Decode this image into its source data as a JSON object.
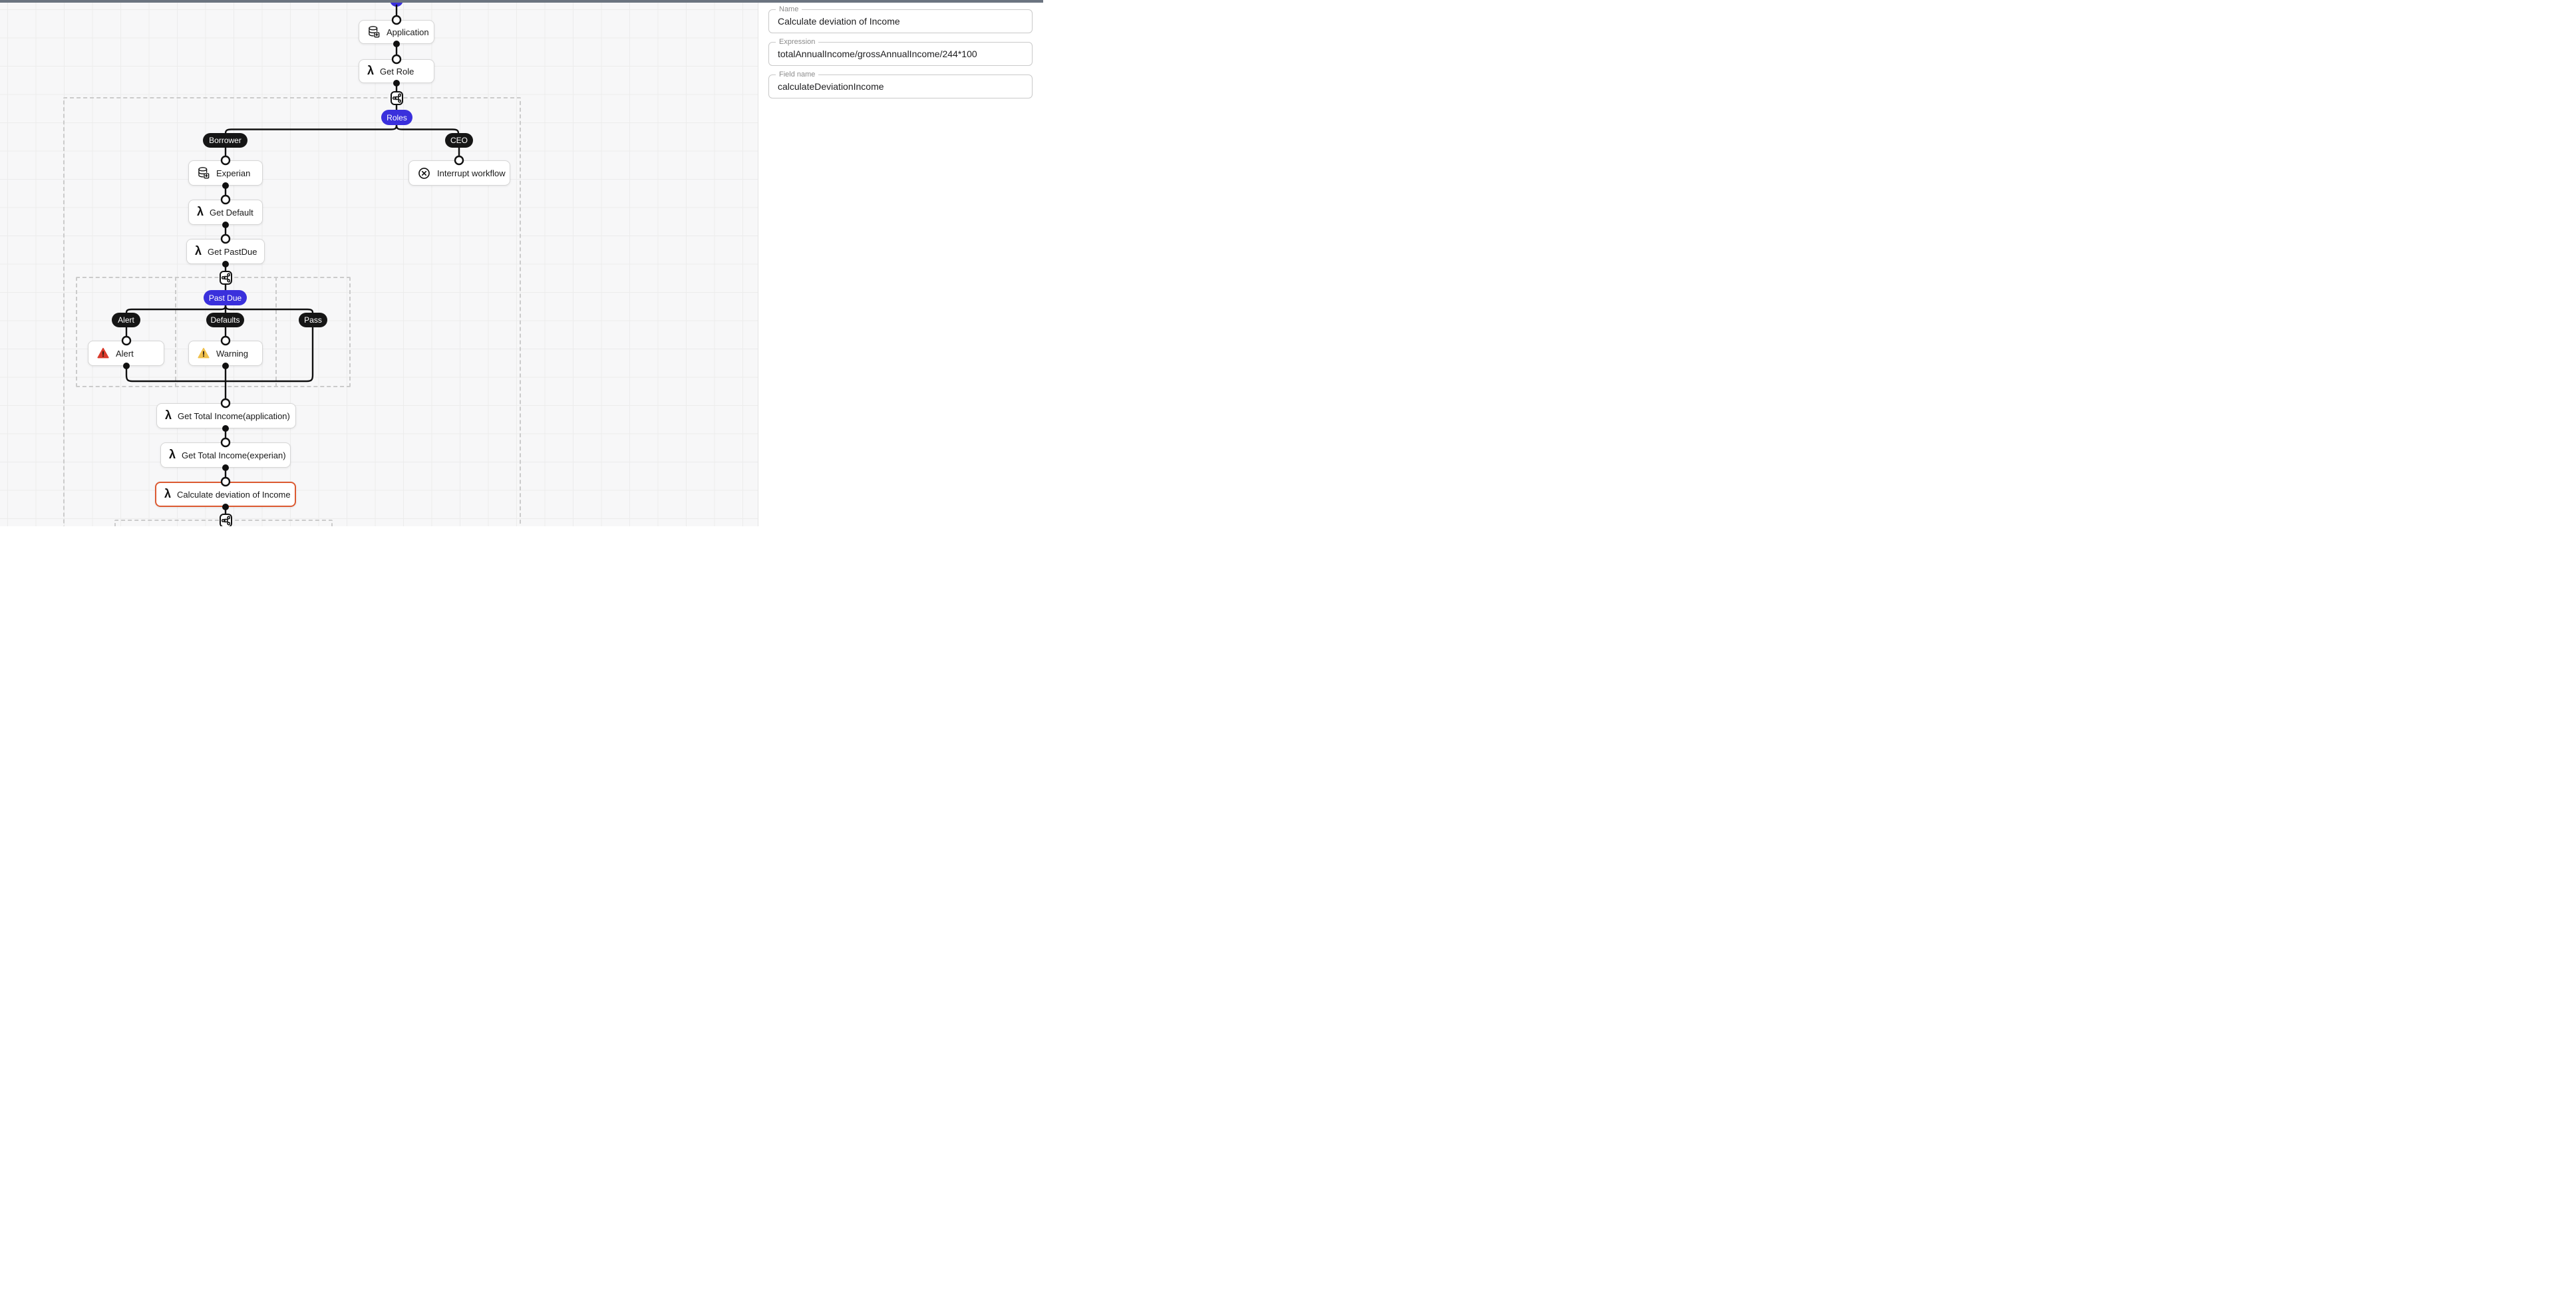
{
  "flow": {
    "nodes": [
      {
        "label": "Application",
        "icon": "database-import-icon"
      },
      {
        "label": "Get Role",
        "icon": "lambda-icon"
      },
      {
        "label": "Experian",
        "icon": "database-import-icon"
      },
      {
        "label": "Interrupt workflow",
        "icon": "interrupt-icon"
      },
      {
        "label": "Get Default",
        "icon": "lambda-icon"
      },
      {
        "label": "Get PastDue",
        "icon": "lambda-icon"
      },
      {
        "label": "Alert",
        "icon": "alert-triangle-icon"
      },
      {
        "label": "Warning",
        "icon": "warning-triangle-icon"
      },
      {
        "label": "Get Total Income(application)",
        "icon": "lambda-icon"
      },
      {
        "label": "Get Total Income(experian)",
        "icon": "lambda-icon"
      },
      {
        "label": "Calculate deviation of Income",
        "icon": "lambda-icon",
        "selected": true
      }
    ],
    "badges": [
      {
        "label": "Roles",
        "type": "primary"
      },
      {
        "label": "Borrower",
        "type": "dark"
      },
      {
        "label": "CEO",
        "type": "dark"
      },
      {
        "label": "Past Due",
        "type": "primary"
      },
      {
        "label": "Alert",
        "type": "dark"
      },
      {
        "label": "Defaults",
        "type": "dark"
      },
      {
        "label": "Pass",
        "type": "dark"
      }
    ],
    "lambda_glyph": "λ"
  },
  "panel": {
    "fields": [
      {
        "label": "Name",
        "value": "Calculate deviation of Income"
      },
      {
        "label": "Expression",
        "value": "totalAnnualIncome/grossAnnualIncome/244*100"
      },
      {
        "label": "Field name",
        "value": "calculateDeviationIncome"
      }
    ]
  },
  "colors": {
    "accent_blue": "#3a30dc",
    "selection_orange": "#dc5a32",
    "alert_red": "#d93a2b",
    "warning_amber": "#f0c14d",
    "edge_black": "#101010",
    "topbar_gray": "#6b7480"
  }
}
